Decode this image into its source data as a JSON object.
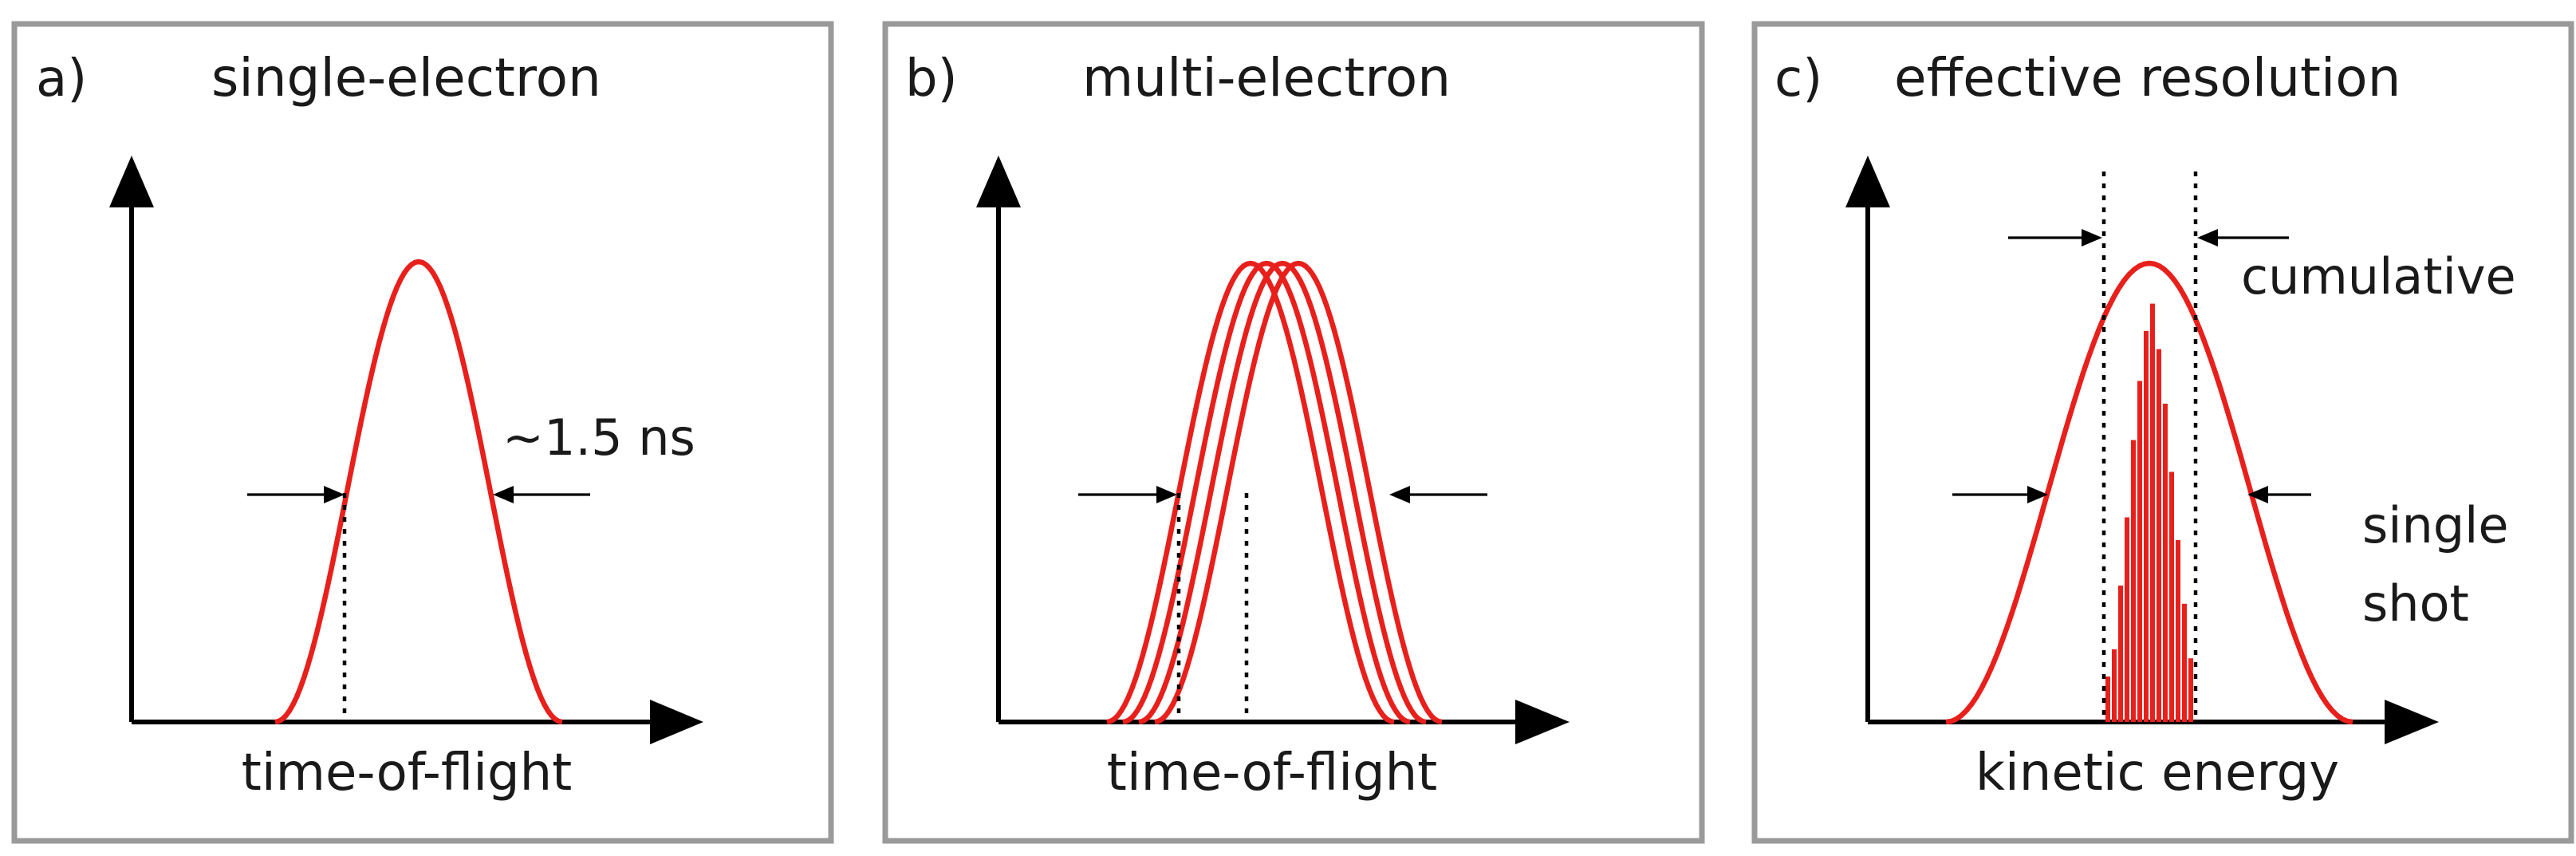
{
  "panels": [
    {
      "letter": "a)",
      "title": "single-electron",
      "xlabel": "time-of-flight",
      "annotation": "~1.5 ns"
    },
    {
      "letter": "b)",
      "title": "multi-electron",
      "xlabel": "time-of-flight"
    },
    {
      "letter": "c)",
      "title": "effective resolution",
      "xlabel": "kinetic energy",
      "label_top": "cumulative",
      "label_bottom_1": "single",
      "label_bottom_2": "shot"
    }
  ],
  "colors": {
    "curve": "#e8201c",
    "frame": "#9a9a9a",
    "axis": "#000000"
  }
}
